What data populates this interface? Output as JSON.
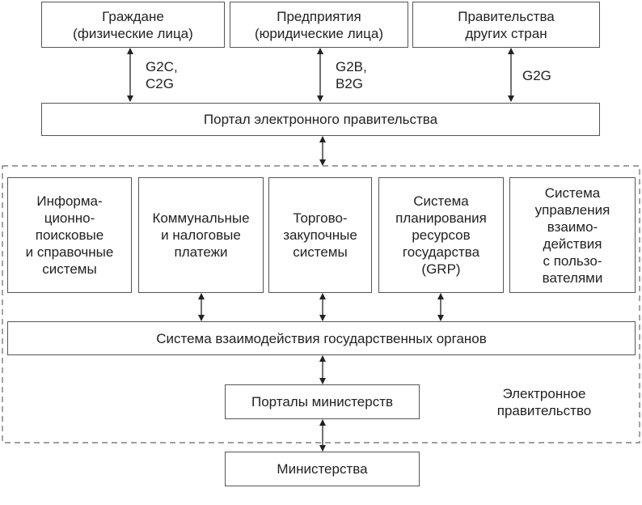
{
  "top_boxes": [
    {
      "label": "Граждане\n(физические лица)"
    },
    {
      "label": "Предприятия\n(юридические лица)"
    },
    {
      "label": "Правительства\nдругих стран"
    }
  ],
  "top_links": [
    {
      "label": "G2C,\nC2G"
    },
    {
      "label": "G2B,\nB2G"
    },
    {
      "label": "G2G"
    }
  ],
  "portal": {
    "label": "Портал электронного правительства"
  },
  "subsystems": [
    {
      "label": "Информа-\nционно-\nпоисковые\nи справочные\nсистемы"
    },
    {
      "label": "Коммунальные\nи налоговые\nплатежи"
    },
    {
      "label": "Торгово-\nзакупочные\nсистемы"
    },
    {
      "label": "Система\nпланирования\nресурсов\nгосударства\n(GRP)"
    },
    {
      "label": "Система\nуправления\nвзаимо-\nдействия\nс пользо-\nвателями"
    }
  ],
  "interaction_system": {
    "label": "Система взаимодействия государственных органов"
  },
  "ministry_portals": {
    "label": "Порталы министерств"
  },
  "egov_region": {
    "label": "Электронное\nправительство"
  },
  "ministries": {
    "label": "Министерства"
  }
}
